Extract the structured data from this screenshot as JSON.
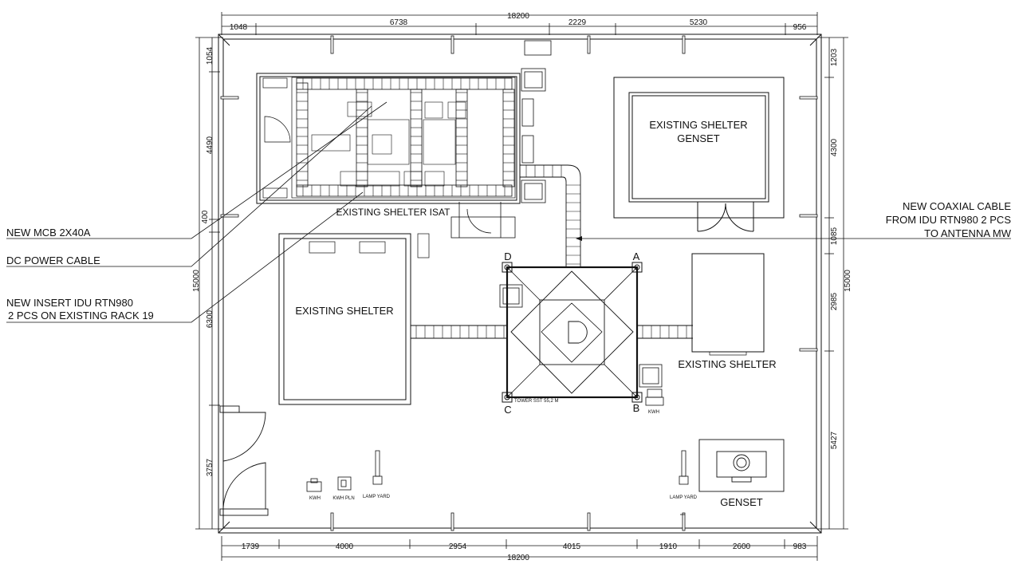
{
  "dimensions": {
    "top_total": "18200",
    "top": [
      "1048",
      "6738",
      "2229",
      "5230",
      "956"
    ],
    "bottom_total": "18200",
    "bottom": [
      "1739",
      "4000",
      "2954",
      "4015",
      "1910",
      "2600",
      "983"
    ],
    "left_total": "15000",
    "left": [
      "1054",
      "4490",
      "400",
      "6300",
      "3757"
    ],
    "right_total": "15000",
    "right": [
      "1203",
      "4300",
      "1085",
      "2985",
      "5427"
    ]
  },
  "callouts": {
    "mcb": "NEW MCB 2X40A",
    "dc_cable": "DC POWER CABLE",
    "insert_idu_1": "NEW INSERT IDU RTN980",
    "insert_idu_2": "2 PCS ON EXISTING RACK 19",
    "coax_1": "NEW COAXIAL CABLE",
    "coax_2": "FROM IDU RTN980 2 PCS",
    "coax_3": "TO ANTENNA MW"
  },
  "labels": {
    "shelter_genset_1": "EXISTING SHELTER",
    "shelter_genset_2": "GENSET",
    "shelter_isat": "EXISTING SHELTER ISAT",
    "shelter_left": "EXISTING SHELTER",
    "shelter_right": "EXISTING SHELTER",
    "genset": "GENSET",
    "tower": "TOWER SST 55,2 M",
    "kwh_left": "KWH",
    "kwh_pln": "KWH PLN",
    "lamp_yard_left": "LAMP YARD",
    "lamp_yard_right": "LAMP YARD",
    "kwh_right": "KWH"
  },
  "tower_legs": {
    "a": "A",
    "b": "B",
    "c": "C",
    "d": "D"
  }
}
